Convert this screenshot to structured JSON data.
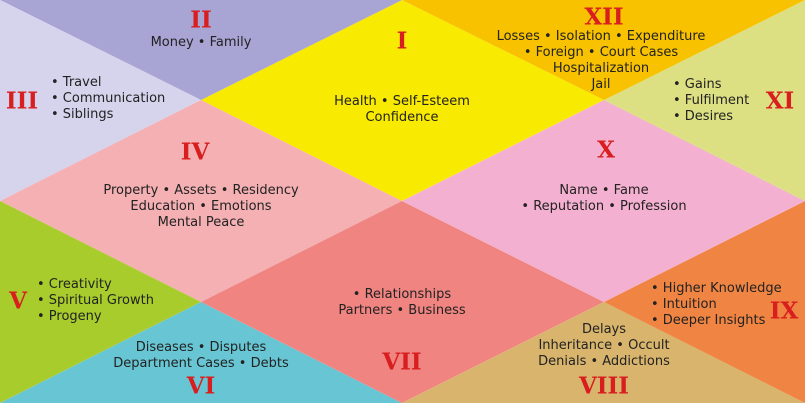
{
  "houses": [
    {
      "numeral": "I",
      "color": "#f8ea00",
      "lines": [
        "Health • Self-Esteem",
        "Confidence"
      ]
    },
    {
      "numeral": "II",
      "color": "#a8a4d4",
      "lines": [
        "Money • Family"
      ]
    },
    {
      "numeral": "III",
      "color": "#d6d3ec",
      "lines": [
        "• Travel",
        "• Communication",
        "• Siblings"
      ]
    },
    {
      "numeral": "IV",
      "color": "#f4b0b2",
      "lines": [
        "Property • Assets • Residency",
        "Education • Emotions",
        "Mental Peace"
      ]
    },
    {
      "numeral": "V",
      "color": "#a8cc2c",
      "lines": [
        "• Creativity",
        "• Spiritual Growth",
        "• Progeny"
      ]
    },
    {
      "numeral": "VI",
      "color": "#68c6d4",
      "lines": [
        "Diseases • Disputes",
        "Department Cases • Debts"
      ]
    },
    {
      "numeral": "VII",
      "color": "#f08480",
      "lines": [
        "• Relationships",
        "Partners • Business"
      ]
    },
    {
      "numeral": "VIII",
      "color": "#d8b46c",
      "lines": [
        "Delays",
        "Inheritance • Occult",
        "Denials • Addictions"
      ]
    },
    {
      "numeral": "IX",
      "color": "#f08442",
      "lines": [
        "• Higher Knowledge",
        "• Intuition",
        "• Deeper Insights"
      ]
    },
    {
      "numeral": "X",
      "color": "#f4b0d0",
      "lines": [
        "Name • Fame",
        "• Reputation • Profession"
      ]
    },
    {
      "numeral": "XI",
      "color": "#dce082",
      "lines": [
        "• Gains",
        "• Fulfilment",
        "• Desires"
      ]
    },
    {
      "numeral": "XII",
      "color": "#f8c200",
      "lines": [
        "Losses • Isolation • Expenditure",
        "• Foreign • Court Cases",
        "Hospitalization",
        "Jail"
      ]
    }
  ]
}
